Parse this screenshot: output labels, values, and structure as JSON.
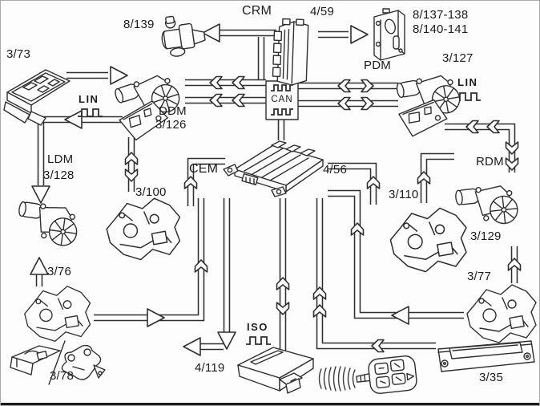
{
  "diagram": {
    "type": "vehicle-network-wiring-diagram",
    "colors": {
      "line": "#2f2f2f",
      "background": "#fdfdfd",
      "frame": "#a9a9a9",
      "bottom_edge": "#1b1b1b"
    },
    "labels": {
      "m8_139": "8/139",
      "crm": "CRM",
      "crm_id": "4/59",
      "m8_137": "8/137-138",
      "m8_140": "8/140-141",
      "s3_73": "3/73",
      "pdm": "PDM",
      "m3_127": "3/127",
      "lin_left": "LIN",
      "lin_right": "LIN",
      "ddm": "DDM",
      "ddm_id": "3/126",
      "ldm": "LDM",
      "ldm_id": "3/128",
      "cem": "CEM",
      "cem_id": "4/56",
      "rdm": "RDM",
      "rdm_id": "3/129",
      "l3_100": "3/100",
      "l3_110": "3/110",
      "l3_76": "3/76",
      "l3_77": "3/77",
      "p3_78": "3/78",
      "h3_35": "3/35",
      "can": "CAN",
      "iso": "ISO",
      "r4_119": "4/119"
    },
    "icons": [
      "deadlock-motor-icon",
      "crm-module-icon",
      "lock-motor-module-icon",
      "window-switch-panel-icon",
      "window-motor-icon",
      "door-module-plate-icon",
      "can-bus-symbol",
      "lin-wave-symbol",
      "iso-wave-symbol",
      "cem-module-icon",
      "door-lock-icon",
      "remote-receiver-icon",
      "radio-waves-icon",
      "remote-key-icon",
      "tailgate-handle-icon",
      "striker-parts-icon"
    ]
  }
}
